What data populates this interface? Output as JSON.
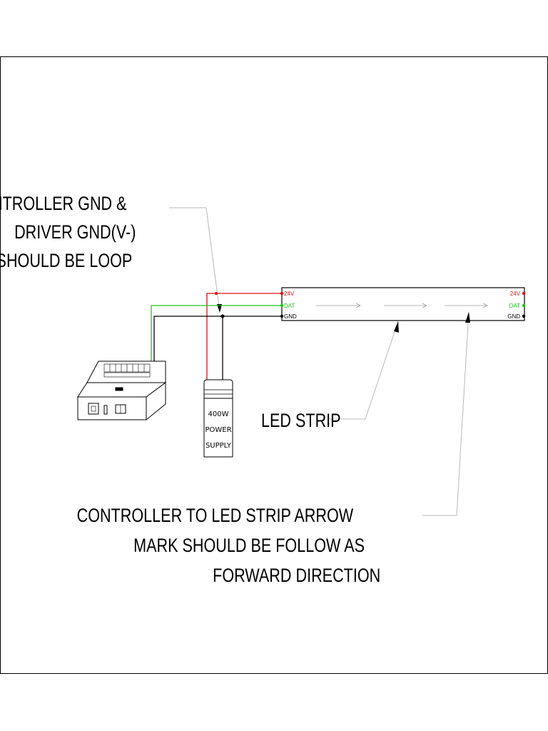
{
  "notes": {
    "gnd_loop": [
      "CONTROLLER GND &",
      "DRIVER GND(V-)",
      "SHOULD BE LOOP"
    ],
    "led_strip": "LED STRIP",
    "arrow_direction": [
      "CONTROLLER TO LED STRIP ARROW",
      "MARK SHOULD BE FOLLOW AS",
      "FORWARD DIRECTION"
    ]
  },
  "led_strip": {
    "pins_left": [
      "24V",
      "DAT",
      "GND"
    ],
    "pins_right": [
      "24V",
      "DAT",
      "GND"
    ]
  },
  "power_supply": {
    "label": [
      "400W",
      "POWER",
      "SUPPLY"
    ]
  },
  "colors": {
    "power_wire": "#e01010",
    "data_wire": "#22c422",
    "ground_wire": "#000000",
    "leader_line": "#b8b8b8"
  }
}
